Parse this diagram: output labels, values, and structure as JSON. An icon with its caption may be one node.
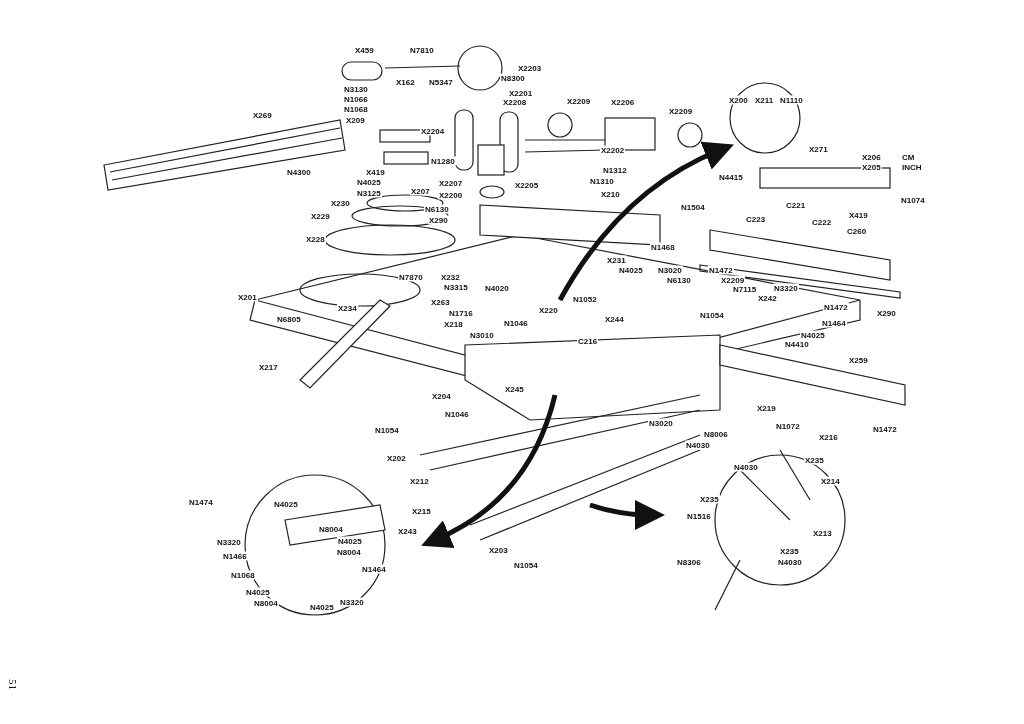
{
  "diagram": {
    "labels": [
      "X459",
      "N7810",
      "X2203",
      "N8300",
      "X162",
      "N5347",
      "X2201",
      "N3130",
      "X2208",
      "N1066",
      "N1068",
      "X269",
      "X209",
      "X2204",
      "X2209",
      "X2206",
      "X2209",
      "X200",
      "X211",
      "N1110",
      "X2202",
      "N1280",
      "N1312",
      "X271",
      "X206",
      "CM",
      "X205",
      "INCH",
      "N4300",
      "X419",
      "X2207",
      "X2205",
      "N1310",
      "N4415",
      "N4025",
      "X207",
      "X2200",
      "X210",
      "N1504",
      "C221",
      "X419",
      "N1074",
      "N3125",
      "X230",
      "N6130",
      "C223",
      "C222",
      "X229",
      "X290",
      "C260",
      "X228",
      "N1468",
      "X231",
      "N4025",
      "N3020",
      "N1472",
      "N7870",
      "X232",
      "N6130",
      "N3315",
      "N4020",
      "X2209",
      "X201",
      "N7115",
      "N3320",
      "X242",
      "X234",
      "X263",
      "N1052",
      "X220",
      "N1472",
      "N6805",
      "N1716",
      "X218",
      "N1046",
      "X244",
      "N1054",
      "N1464",
      "X290",
      "N3010",
      "C216",
      "N4025",
      "N4410",
      "X217",
      "X259",
      "X204",
      "X245",
      "X219",
      "N1046",
      "N3020",
      "N1072",
      "N8006",
      "X216",
      "N1054",
      "N4030",
      "N1472",
      "N4030",
      "X235",
      "X202",
      "X212",
      "X214",
      "N1474",
      "X235",
      "N4025",
      "N8004",
      "X215",
      "N1516",
      "X243",
      "N3320",
      "N4025",
      "N8004",
      "N1466",
      "X203",
      "X213",
      "X235",
      "N1068",
      "N1464",
      "N1054",
      "N8306",
      "N4030",
      "N4025",
      "N8004",
      "N4025",
      "N3320",
      "51"
    ]
  }
}
